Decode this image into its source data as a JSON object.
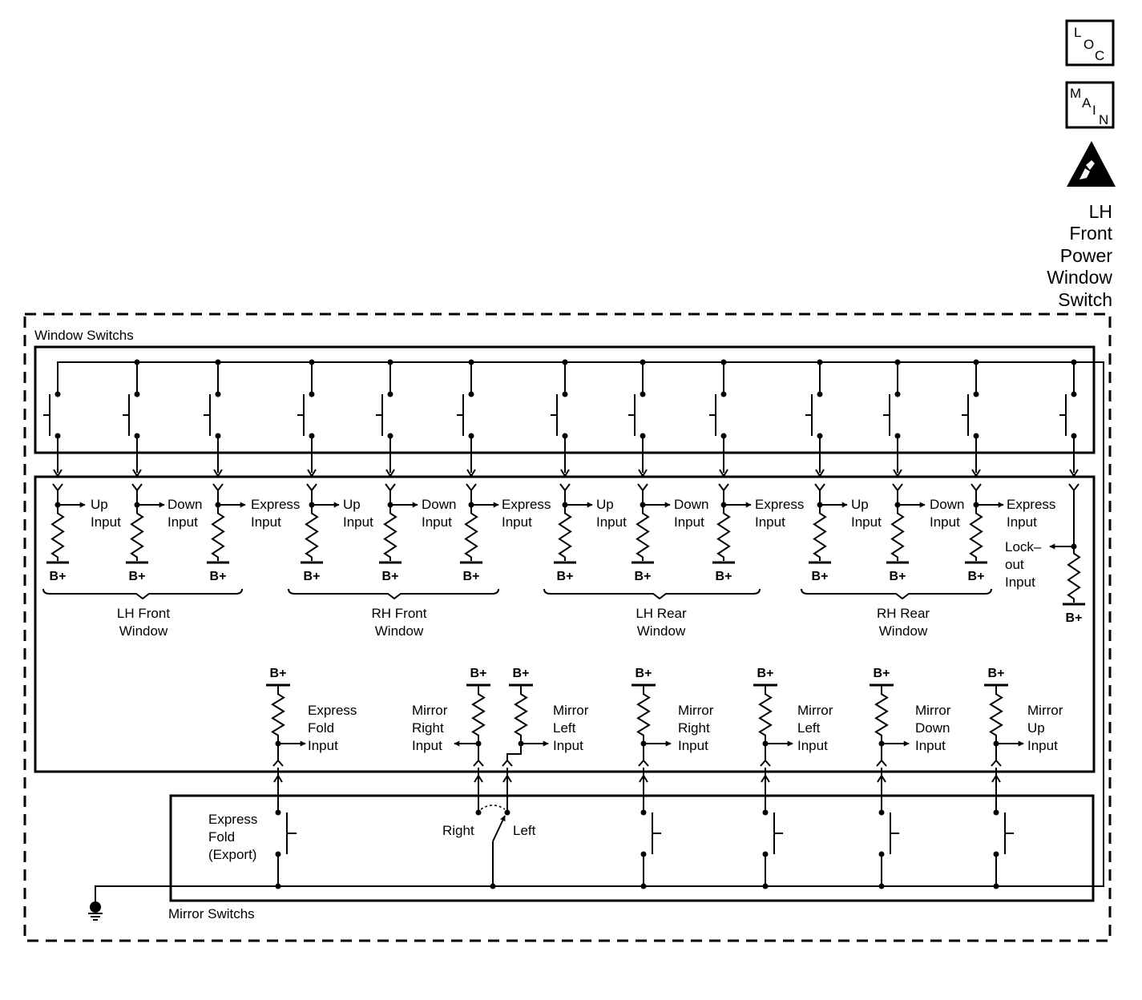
{
  "icons": {
    "loc": [
      "L",
      "O",
      "C"
    ],
    "main": [
      "M",
      "A",
      "I",
      "N"
    ]
  },
  "component_name": [
    "LH",
    "Front",
    "Power",
    "Window",
    "Switch"
  ],
  "window_switches_label": "Window Switchs",
  "mirror_switches_label": "Mirror Switchs",
  "b_plus": "B+",
  "input_labels": [
    [
      "Up",
      "Input"
    ],
    [
      "Down",
      "Input"
    ],
    [
      "Express",
      "Input"
    ],
    [
      "Up",
      "Input"
    ],
    [
      "Down",
      "Input"
    ],
    [
      "Express",
      "Input"
    ],
    [
      "Up",
      "Input"
    ],
    [
      "Down",
      "Input"
    ],
    [
      "Express",
      "Input"
    ],
    [
      "Up",
      "Input"
    ],
    [
      "Down",
      "Input"
    ],
    [
      "Express",
      "Input"
    ]
  ],
  "lockout_label": [
    "Lock–",
    "out",
    "Input"
  ],
  "window_groups": [
    [
      "LH Front",
      "Window"
    ],
    [
      "RH Front",
      "Window"
    ],
    [
      "LH Rear",
      "Window"
    ],
    [
      "RH Rear",
      "Window"
    ]
  ],
  "mirror_inputs": [
    [
      "Express",
      "Fold",
      "Input"
    ],
    [
      "Mirror",
      "Right",
      "Input"
    ],
    [
      "Mirror",
      "Left",
      "Input"
    ],
    [
      "Mirror",
      "Right",
      "Input"
    ],
    [
      "Mirror",
      "Left",
      "Input"
    ],
    [
      "Mirror",
      "Down",
      "Input"
    ],
    [
      "Mirror",
      "Up",
      "Input"
    ]
  ],
  "express_fold_switch": [
    "Express",
    "Fold",
    "(Export)"
  ],
  "selector_labels": {
    "right": "Right",
    "left": "Left"
  }
}
